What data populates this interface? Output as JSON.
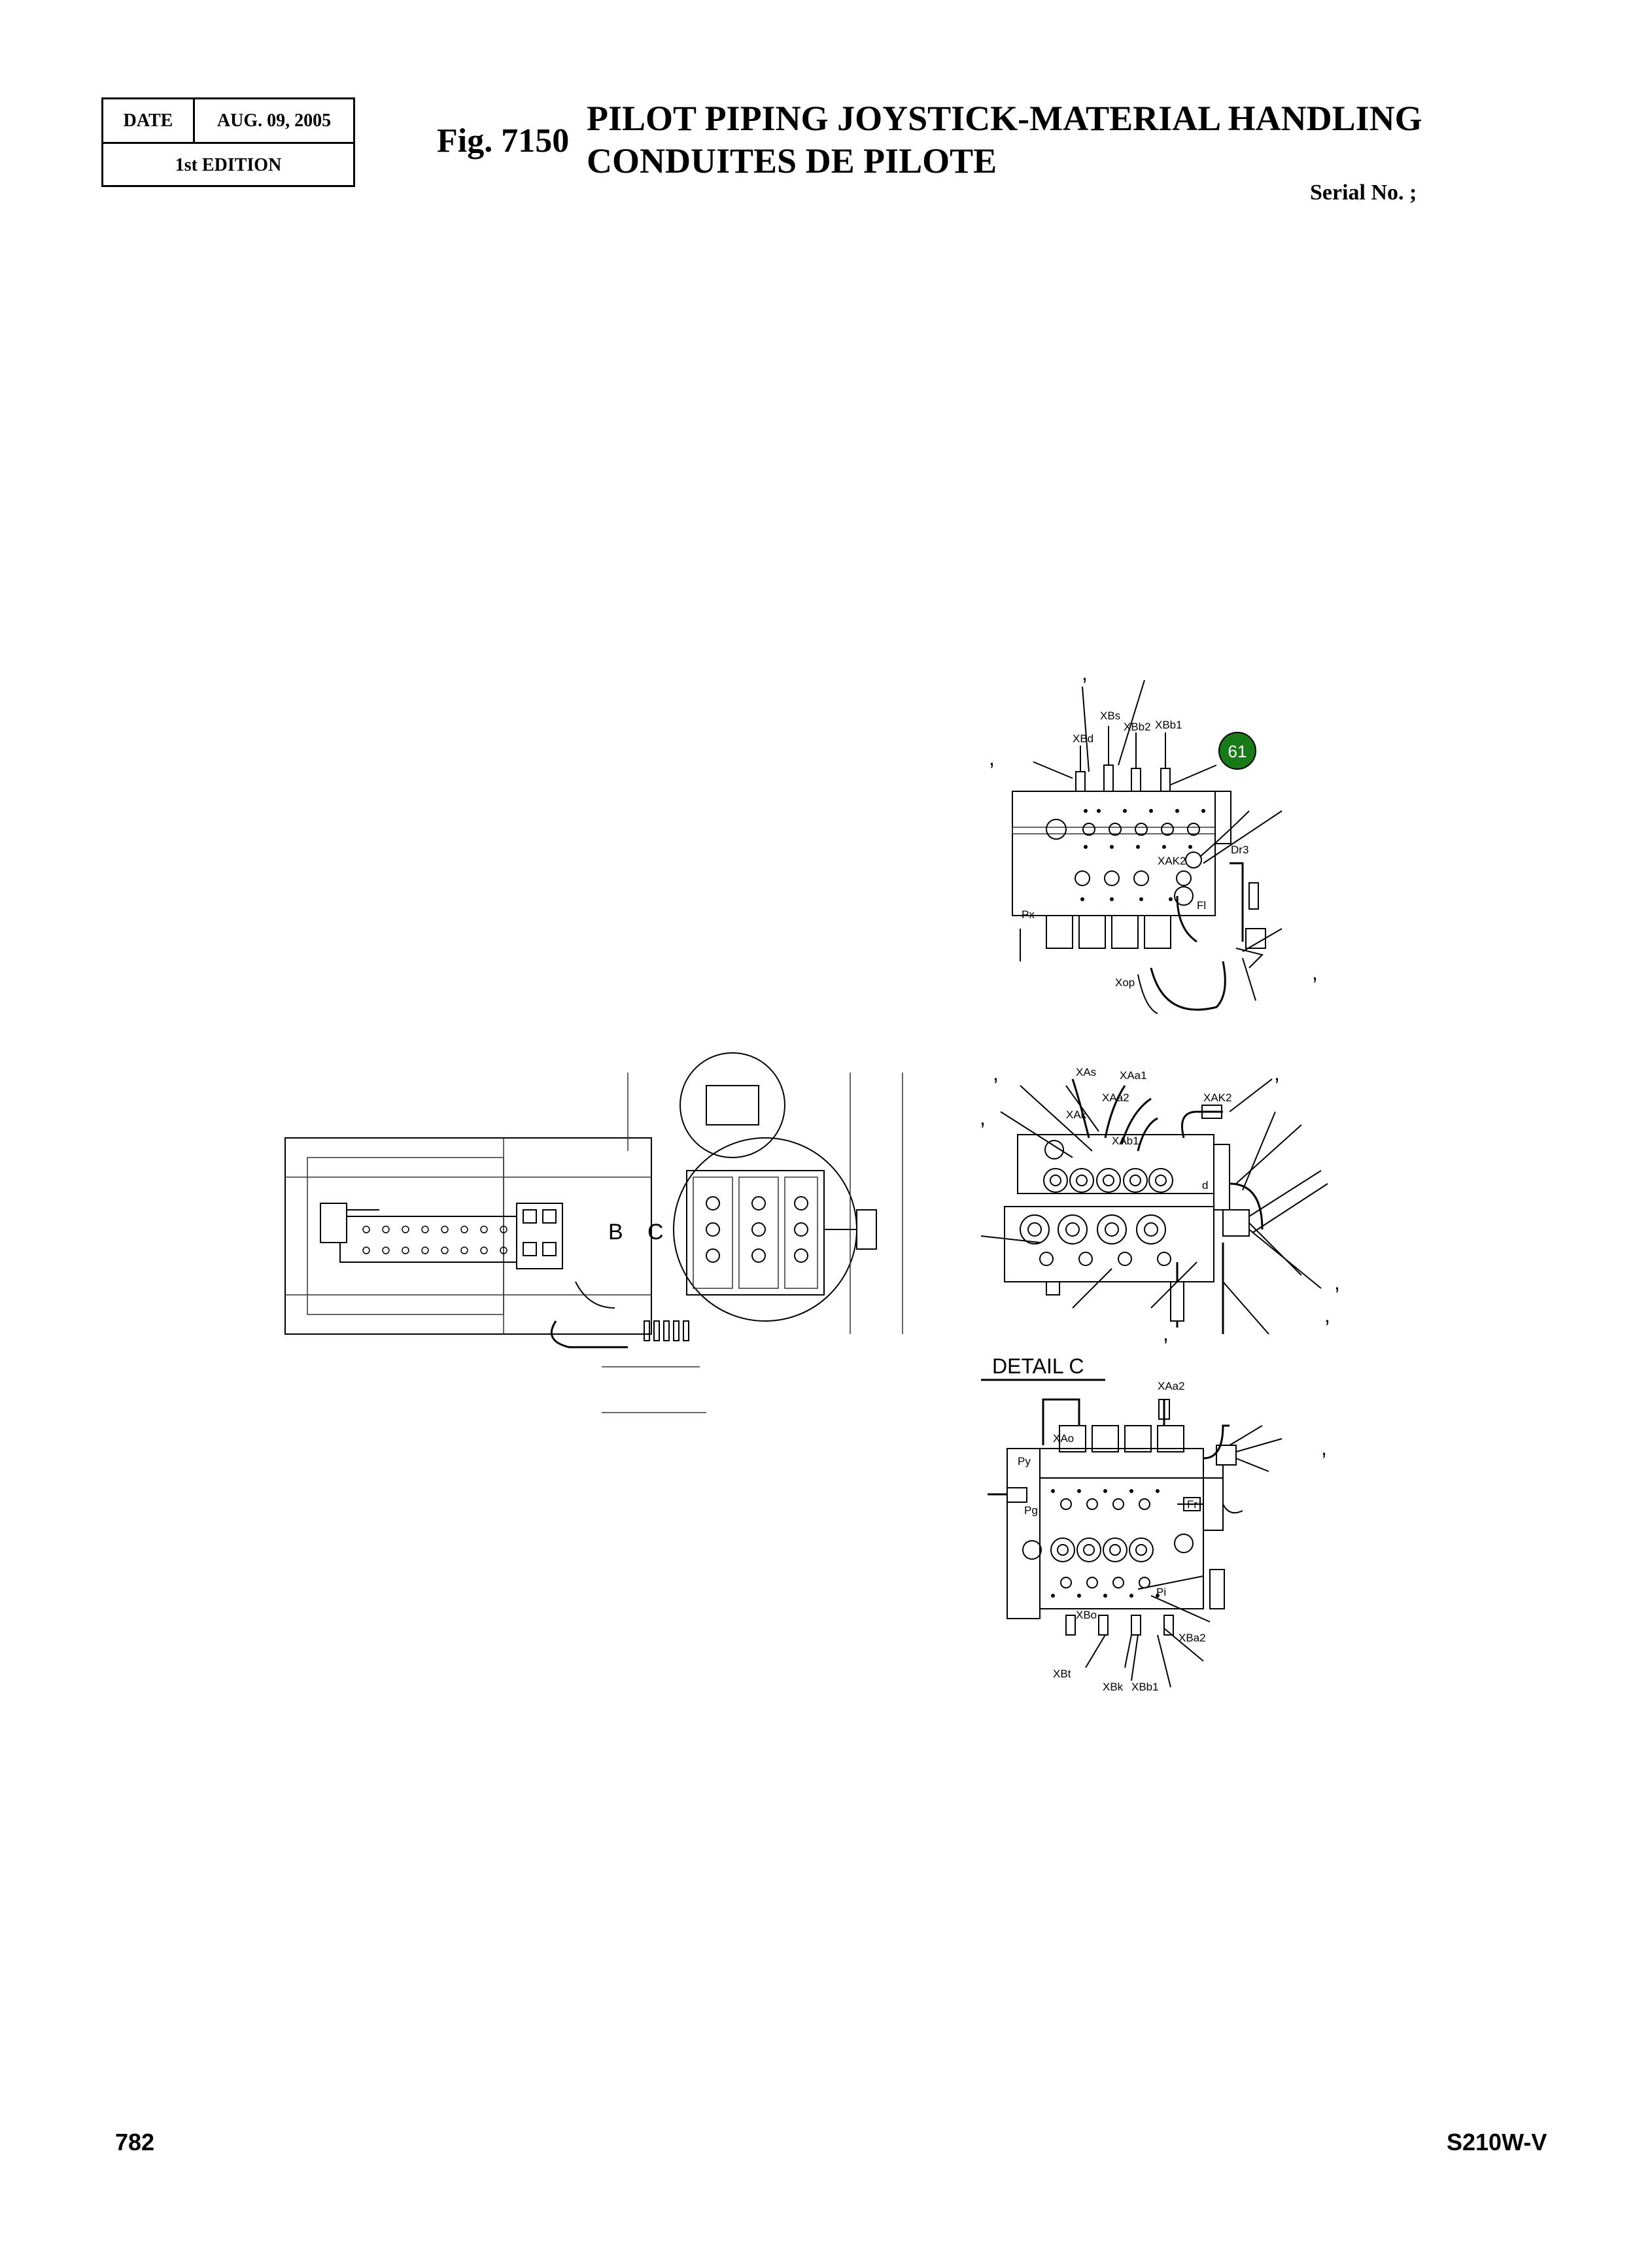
{
  "header": {
    "date_label": "DATE",
    "date_value": "AUG. 09, 2005",
    "edition": "1st EDITION",
    "fig_number": "Fig. 7150",
    "title_en": "PILOT  PIPING JOYSTICK-MATERIAL HANDLING",
    "title_fr": "CONDUITES DE PILOTE",
    "serial": "Serial No. ;"
  },
  "footer": {
    "page": "782",
    "model": "S210W-V"
  },
  "drawing": {
    "view_label_b": "B",
    "view_label_c": "C",
    "detail_label": "DETAIL  C",
    "callout_balloon": "61",
    "balloon_color": "#1a7a1a",
    "commas": [
      ",",
      ",",
      ",",
      ",",
      ",",
      ",",
      ",",
      ",",
      ",",
      ",",
      ","
    ],
    "top_view_ports": [
      "XBs",
      "XBd",
      "XBb2",
      "XBb1",
      "Dr3",
      "XAK2",
      "Fl",
      "Px",
      "Xop"
    ],
    "middle_view_ports": [
      "XAs",
      "XAa1",
      "XAa2",
      "XAk",
      "XAb1",
      "XAK2",
      "d"
    ],
    "bottom_view_ports": [
      "XAa2",
      "XAo",
      "Py",
      "Pg",
      "Fr",
      "Pi",
      "XBo",
      "XBa2",
      "XBt",
      "XBk",
      "XBb1"
    ]
  }
}
